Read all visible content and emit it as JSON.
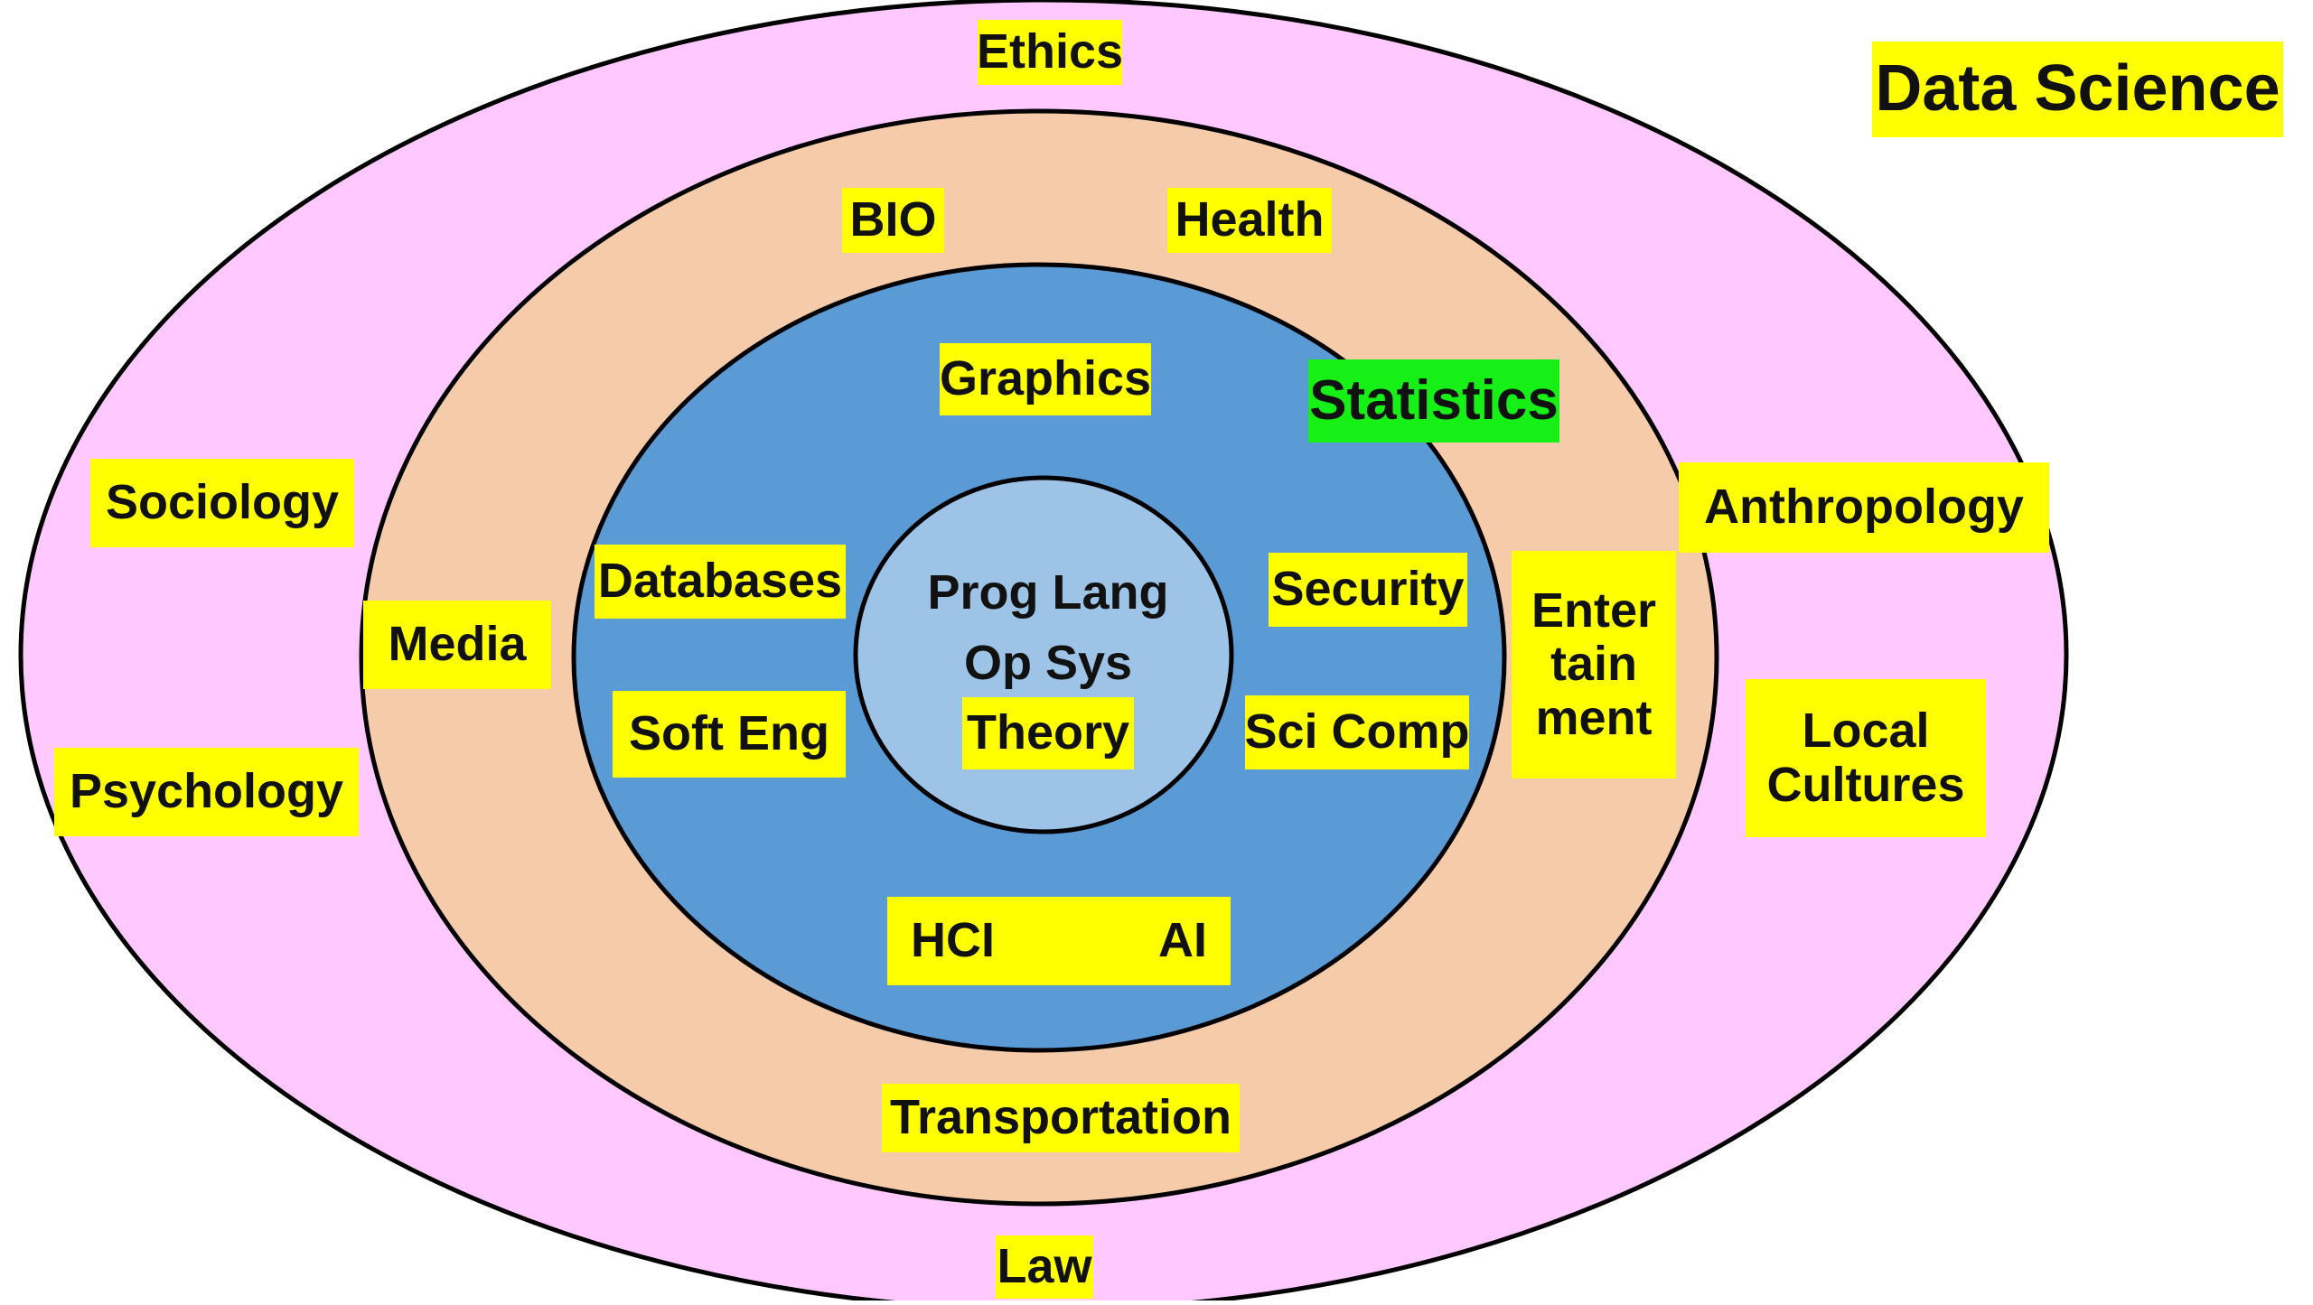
{
  "diagram": {
    "title": "Data Science",
    "rings": {
      "outer": {
        "fill": "#ffc8ff"
      },
      "middle": {
        "fill": "#f5cbaa"
      },
      "inner": {
        "fill": "#5b9bd5"
      },
      "core": {
        "fill": "#9dc3e6"
      }
    },
    "outer_ring_labels": {
      "ethics": "Ethics",
      "sociology": "Sociology",
      "psychology": "Psychology",
      "anthropology": "Anthropology",
      "local_cultures_1": "Local",
      "local_cultures_2": "Cultures",
      "law": "Law"
    },
    "middle_ring_labels": {
      "bio": "BIO",
      "health": "Health",
      "media": "Media",
      "entertainment_1": "Enter",
      "entertainment_2": "tain",
      "entertainment_3": "ment",
      "transportation": "Transportation"
    },
    "inner_ring_labels": {
      "graphics": "Graphics",
      "statistics": "Statistics",
      "databases": "Databases",
      "security": "Security",
      "soft_eng": "Soft Eng",
      "sci_comp": "Sci Comp",
      "hci": "HCI",
      "ai": "AI"
    },
    "core_labels": {
      "prog_lang": "Prog Lang",
      "op_sys": "Op Sys",
      "theory": "Theory"
    },
    "colors": {
      "label_highlight": "#ffff00",
      "statistics_highlight": "#16f016",
      "outline": "#000000"
    }
  }
}
